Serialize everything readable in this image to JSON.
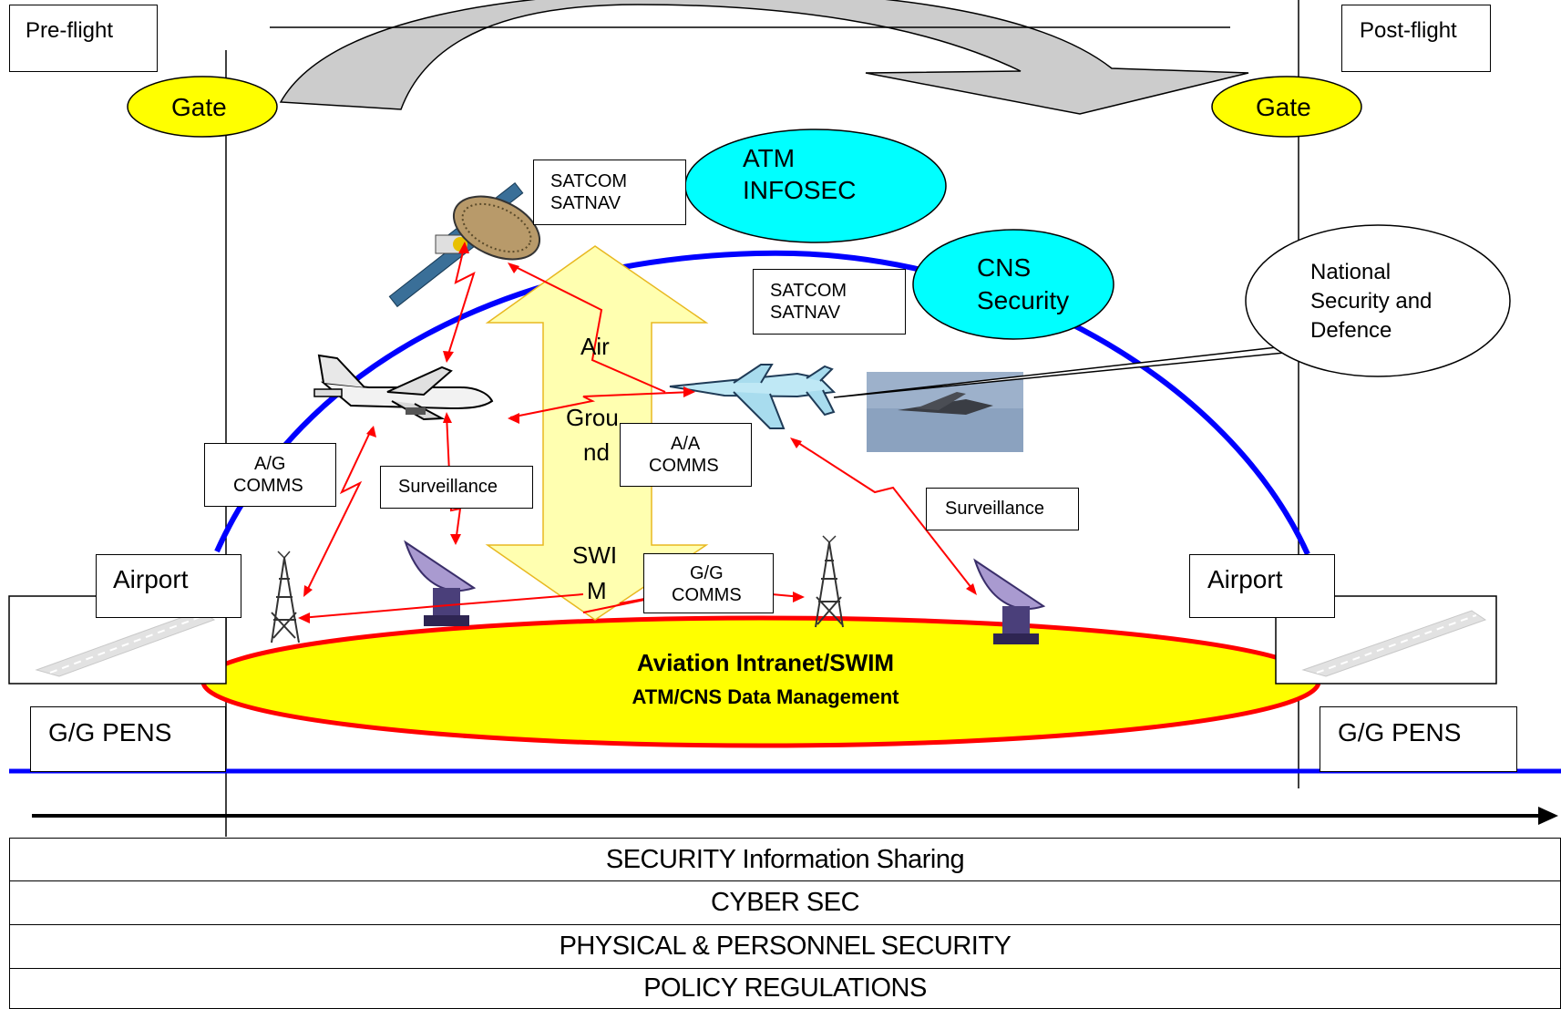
{
  "phases": {
    "pre_flight": "Pre-flight",
    "post_flight": "Post-flight",
    "gate_left": "Gate",
    "gate_right": "Gate",
    "airport_left": "Airport",
    "airport_right": "Airport",
    "pens_left": "G/G PENS",
    "pens_right": "G/G PENS"
  },
  "security": {
    "atm_infosec": [
      "ATM",
      "INFOSEC"
    ],
    "cns_security": [
      "CNS",
      "Security"
    ],
    "national_security": [
      "National",
      "Security and",
      "Defence"
    ]
  },
  "labels": {
    "satcom_top": [
      "SATCOM",
      "SATNAV"
    ],
    "satcom_mid": [
      "SATCOM",
      "SATNAV"
    ],
    "ag_comms": [
      "A/G",
      "COMMS"
    ],
    "aa_comms": [
      "A/A",
      "COMMS"
    ],
    "gg_comms": [
      "G/G",
      "COMMS"
    ],
    "surveillance_left": "Surveillance",
    "surveillance_right": "Surveillance",
    "arrow_words": [
      "Air",
      "Grou",
      "nd",
      "SWI",
      "M"
    ]
  },
  "swim": {
    "title": "Aviation Intranet/SWIM",
    "subtitle": "ATM/CNS Data Management"
  },
  "bands": [
    "SECURITY Information Sharing",
    "CYBER SEC",
    "PHYSICAL & PERSONNEL SECURITY",
    "POLICY  REGULATIONS"
  ],
  "colors": {
    "gate_fill": "#ffff00",
    "security_oval_fill": "#00ffff",
    "swim_fill": "#ffff00",
    "swim_border": "#ff0000",
    "arc_blue": "#0000ff",
    "link_red": "#ff0000",
    "big_arrow_fill": "#ffffb0",
    "big_arrow_border": "#f0c020",
    "flight_arrow_fill": "#cccccc"
  },
  "icons": [
    "satellite-icon",
    "airliner-icon",
    "fighter-jet-icon",
    "uav-photo",
    "radio-tower-icon",
    "radar-dish-icon",
    "runway-icon"
  ]
}
